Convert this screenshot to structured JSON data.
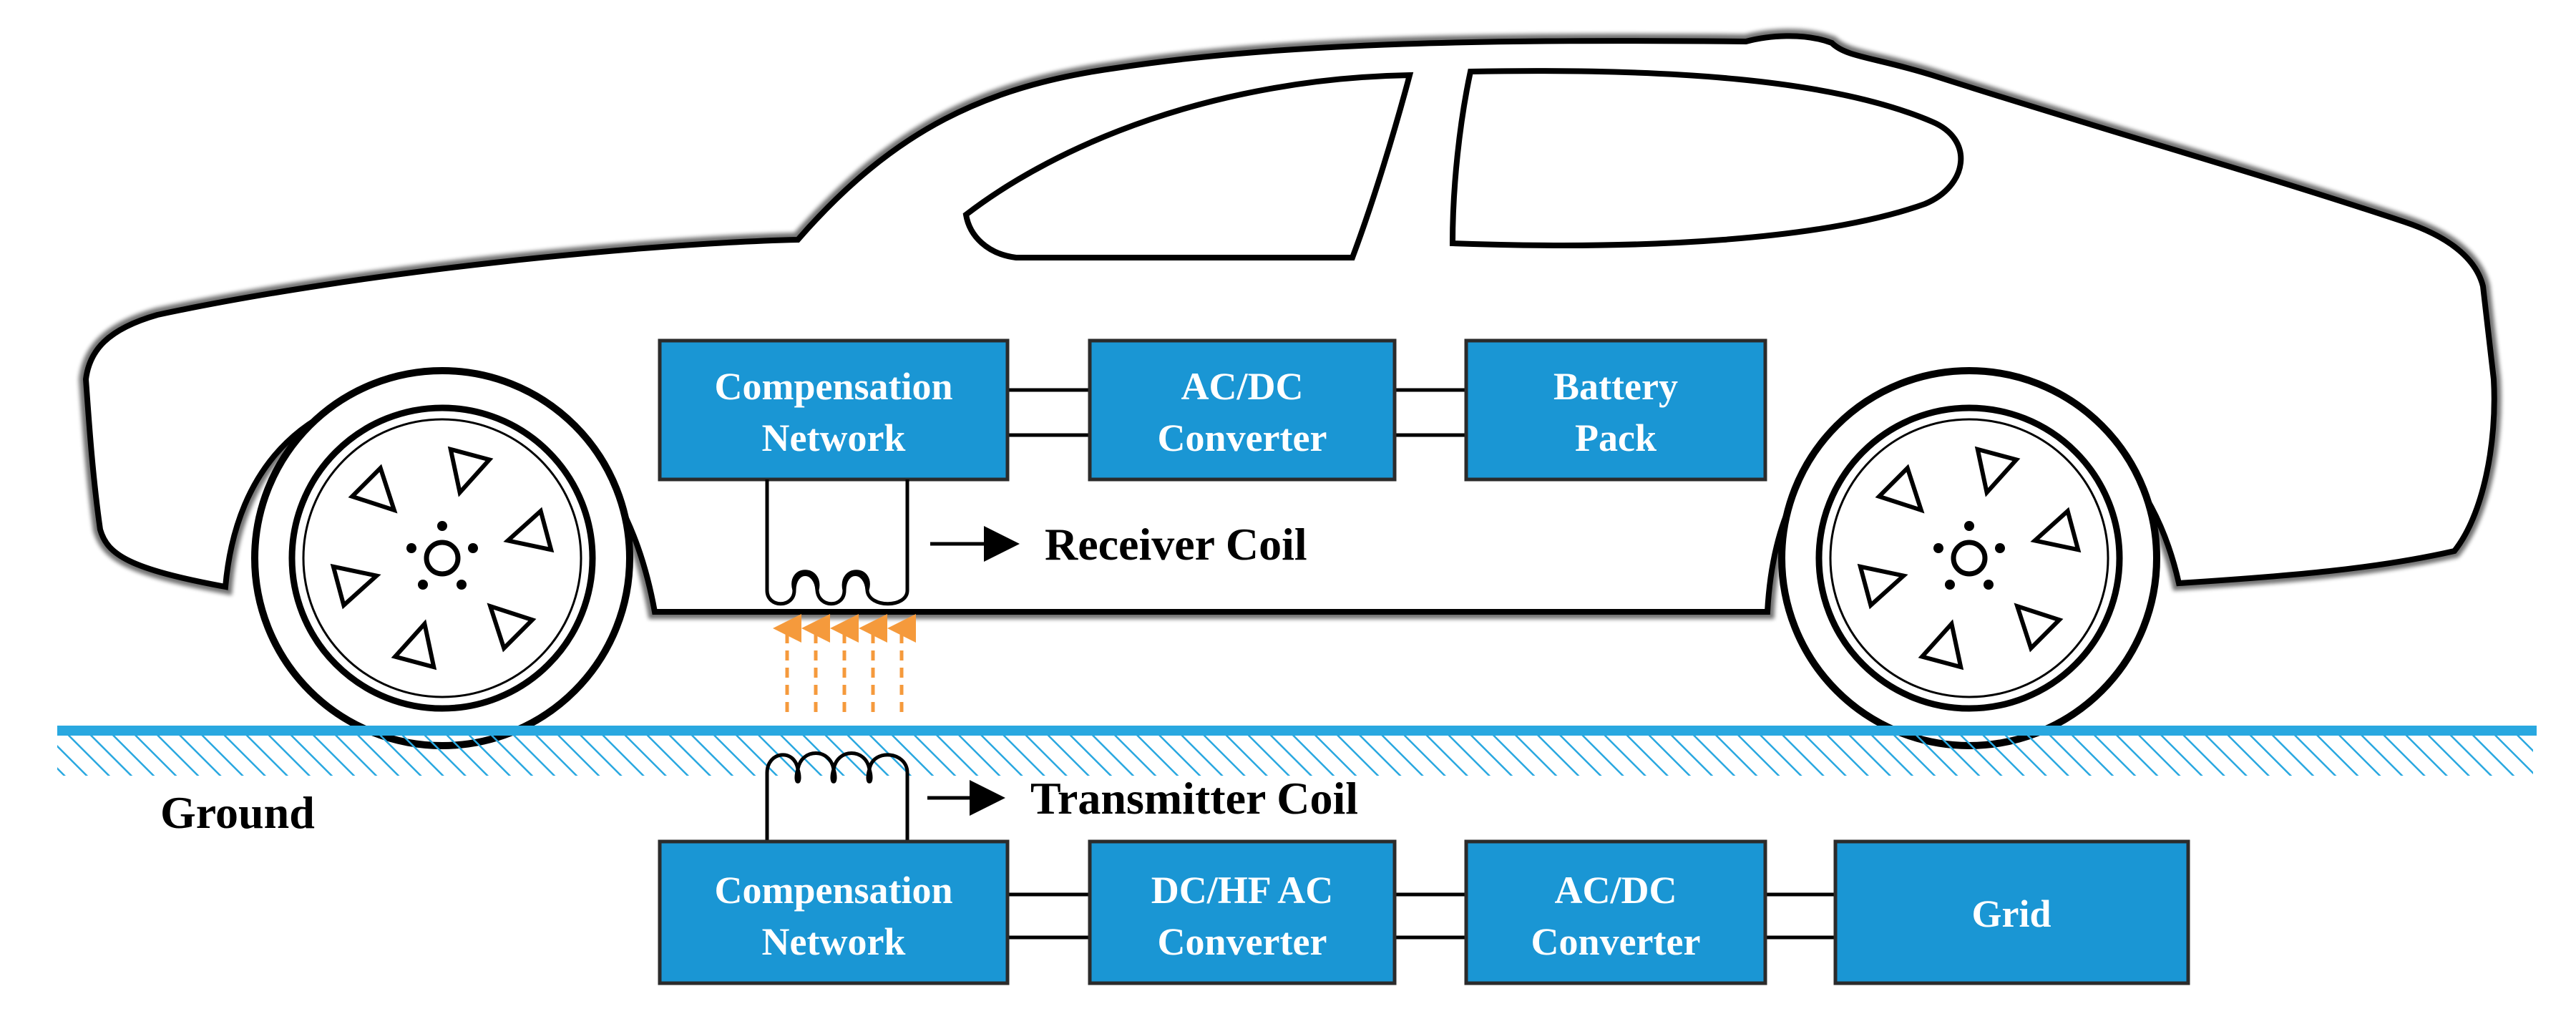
{
  "colors": {
    "box_fill": "#1a96d4",
    "box_stroke": "#2b2b2b",
    "ground_line": "#29a8e0",
    "hatch": "#29a8e0",
    "field_arrows": "#f59a3c",
    "car_outline": "#000000"
  },
  "vehicle_side": {
    "compensation_network": {
      "line1": "Compensation",
      "line2": "Network"
    },
    "ac_dc_converter": {
      "line1": "AC/DC",
      "line2": "Converter"
    },
    "battery_pack": {
      "line1": "Battery",
      "line2": "Pack"
    },
    "receiver_coil_label": "Receiver Coil"
  },
  "ground_side": {
    "ground_label": "Ground",
    "transmitter_coil_label": "Transmitter Coil",
    "compensation_network": {
      "line1": "Compensation",
      "line2": "Network"
    },
    "dc_hf_ac_converter": {
      "line1": "DC/HF AC",
      "line2": "Converter"
    },
    "ac_dc_converter": {
      "line1": "AC/DC",
      "line2": "Converter"
    },
    "grid": {
      "line1": "Grid"
    }
  },
  "icons": [
    "car-body-icon",
    "front-wheel-icon",
    "rear-wheel-icon",
    "receiver-coil-icon",
    "transmitter-coil-icon",
    "arrow-right-icon",
    "magnetic-field-arrows-icon"
  ]
}
